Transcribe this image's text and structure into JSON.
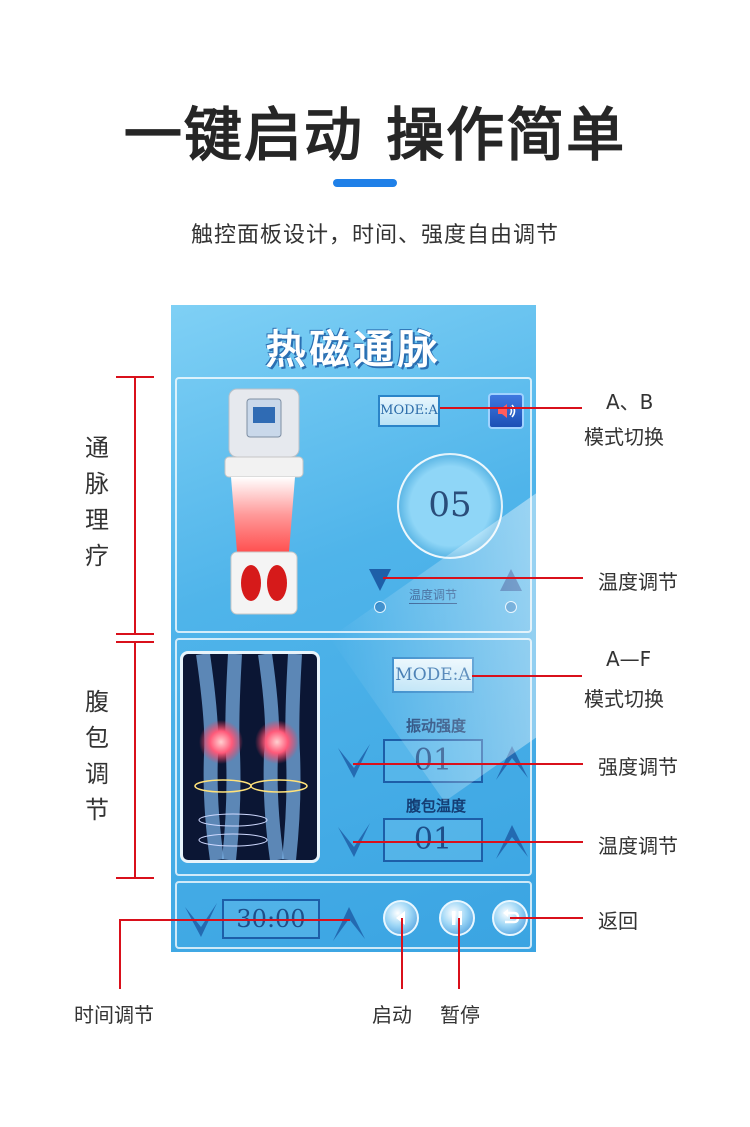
{
  "header": {
    "title": "一键启动 操作简单",
    "subtitle": "触控面板设计，时间、强度自由调节"
  },
  "panel": {
    "title": "热磁通脉",
    "mode_ab": "MODE:A",
    "dial_value": "05",
    "temp_adjust_label": "温度调节",
    "mode_af": "MODE:A",
    "vibration_label": "振动强度",
    "vibration_value": "01",
    "belly_temp_label": "腹包温度",
    "belly_temp_value": "01",
    "timer": "30:00"
  },
  "annotations": {
    "ab_switch_line1": "A、B",
    "ab_switch_line2": "模式切换",
    "temp_adjust_1": "温度调节",
    "af_switch_line1": "A—F",
    "af_switch_line2": "模式切换",
    "strength_adjust": "强度调节",
    "temp_adjust_2": "温度调节",
    "back": "返回",
    "time_adjust": "时间调节",
    "start": "启动",
    "pause": "暂停",
    "side_meridian": [
      "通",
      "脉",
      "理",
      "疗"
    ],
    "side_belly": [
      "腹",
      "包",
      "调",
      "节"
    ]
  },
  "colors": {
    "accent_blue": "#1f80e8",
    "annotation_red": "#d9101b",
    "panel_blue": "#4fb4ea"
  },
  "icons": {
    "speaker": "speaker-icon",
    "play": "play-icon",
    "pause": "pause-icon",
    "back": "back-icon"
  }
}
